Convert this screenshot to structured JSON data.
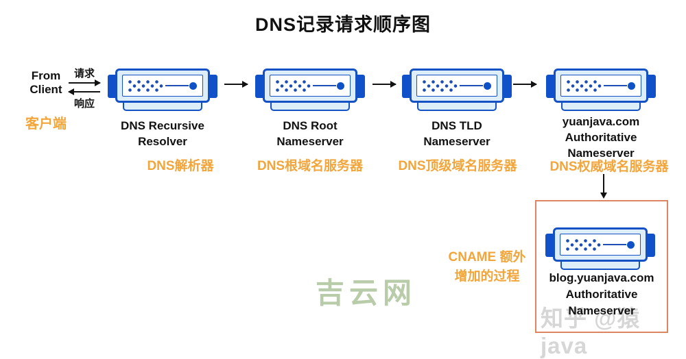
{
  "title": "DNS记录请求顺序图",
  "client": {
    "line1": "From",
    "line2": "Client",
    "request_label": "请求",
    "response_label": "响应",
    "cn": "客户端"
  },
  "nodes": [
    {
      "en1": "DNS Recursive",
      "en2": "Resolver",
      "cn": "DNS解析器"
    },
    {
      "en1": "DNS Root",
      "en2": "Nameserver",
      "cn": "DNS根域名服务器"
    },
    {
      "en1": "DNS TLD",
      "en2": "Nameserver",
      "cn": "DNS顶级域名服务器"
    },
    {
      "domain": "yuanjava.com",
      "en1": "Authoritative",
      "en2": "Nameserver",
      "cn": "DNS权威域名服务器"
    }
  ],
  "cname_box": {
    "note_line1": "CNAME 额外",
    "note_line2": "增加的过程",
    "domain": "blog.yuanjava.com",
    "en1": "Authoritative",
    "en2": "Nameserver"
  },
  "watermarks": {
    "center": "吉云网",
    "bottom_right": "知乎 @猿java"
  },
  "colors": {
    "server_border_blue": "#1351c4",
    "server_tab_blue": "#1050c8",
    "server_fill_light": "#ddeef8",
    "server_dot_blue": "#1d4eb5",
    "accent_orange": "#f2a53b",
    "cname_box_border": "#dd8560",
    "watermark_green": "#b9ccaa",
    "watermark_gray": "#d6d6d6",
    "arrow_black": "#111111"
  }
}
